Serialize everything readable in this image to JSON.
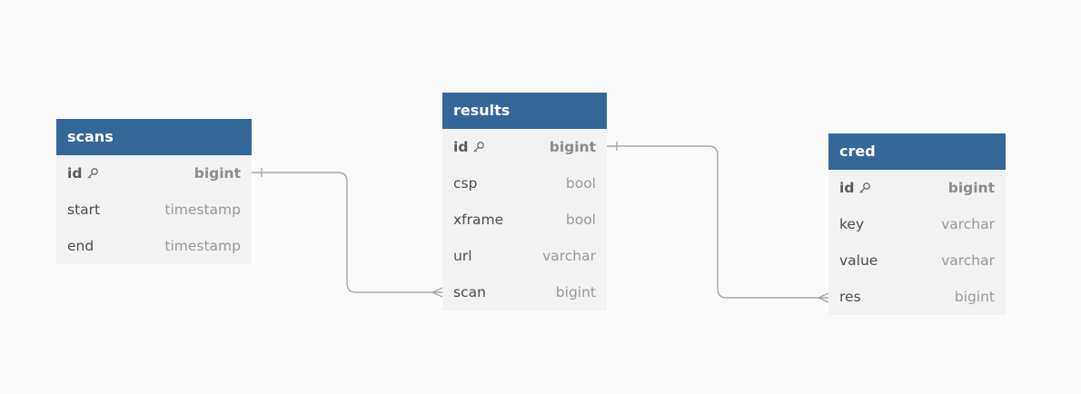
{
  "tables": [
    {
      "key": "scans",
      "title": "scans",
      "fields": [
        {
          "name": "id",
          "type": "bigint",
          "pk": true
        },
        {
          "name": "start",
          "type": "timestamp"
        },
        {
          "name": "end",
          "type": "timestamp"
        }
      ]
    },
    {
      "key": "results",
      "title": "results",
      "fields": [
        {
          "name": "id",
          "type": "bigint",
          "pk": true
        },
        {
          "name": "csp",
          "type": "bool"
        },
        {
          "name": "xframe",
          "type": "bool"
        },
        {
          "name": "url",
          "type": "varchar"
        },
        {
          "name": "scan",
          "type": "bigint"
        }
      ]
    },
    {
      "key": "cred",
      "title": "cred",
      "fields": [
        {
          "name": "id",
          "type": "bigint",
          "pk": true
        },
        {
          "name": "key",
          "type": "varchar"
        },
        {
          "name": "value",
          "type": "varchar"
        },
        {
          "name": "res",
          "type": "bigint"
        }
      ]
    }
  ],
  "relations": [
    {
      "from": "scans.id",
      "to": "results.scan",
      "kind": "one-to-many"
    },
    {
      "from": "results.id",
      "to": "cred.res",
      "kind": "one-to-many"
    }
  ],
  "colors": {
    "header": "#336898",
    "body": "#f2f2f2",
    "line": "#a6a6a6",
    "background": "#fafafa"
  },
  "icons": {
    "primary_key": "key-icon"
  }
}
